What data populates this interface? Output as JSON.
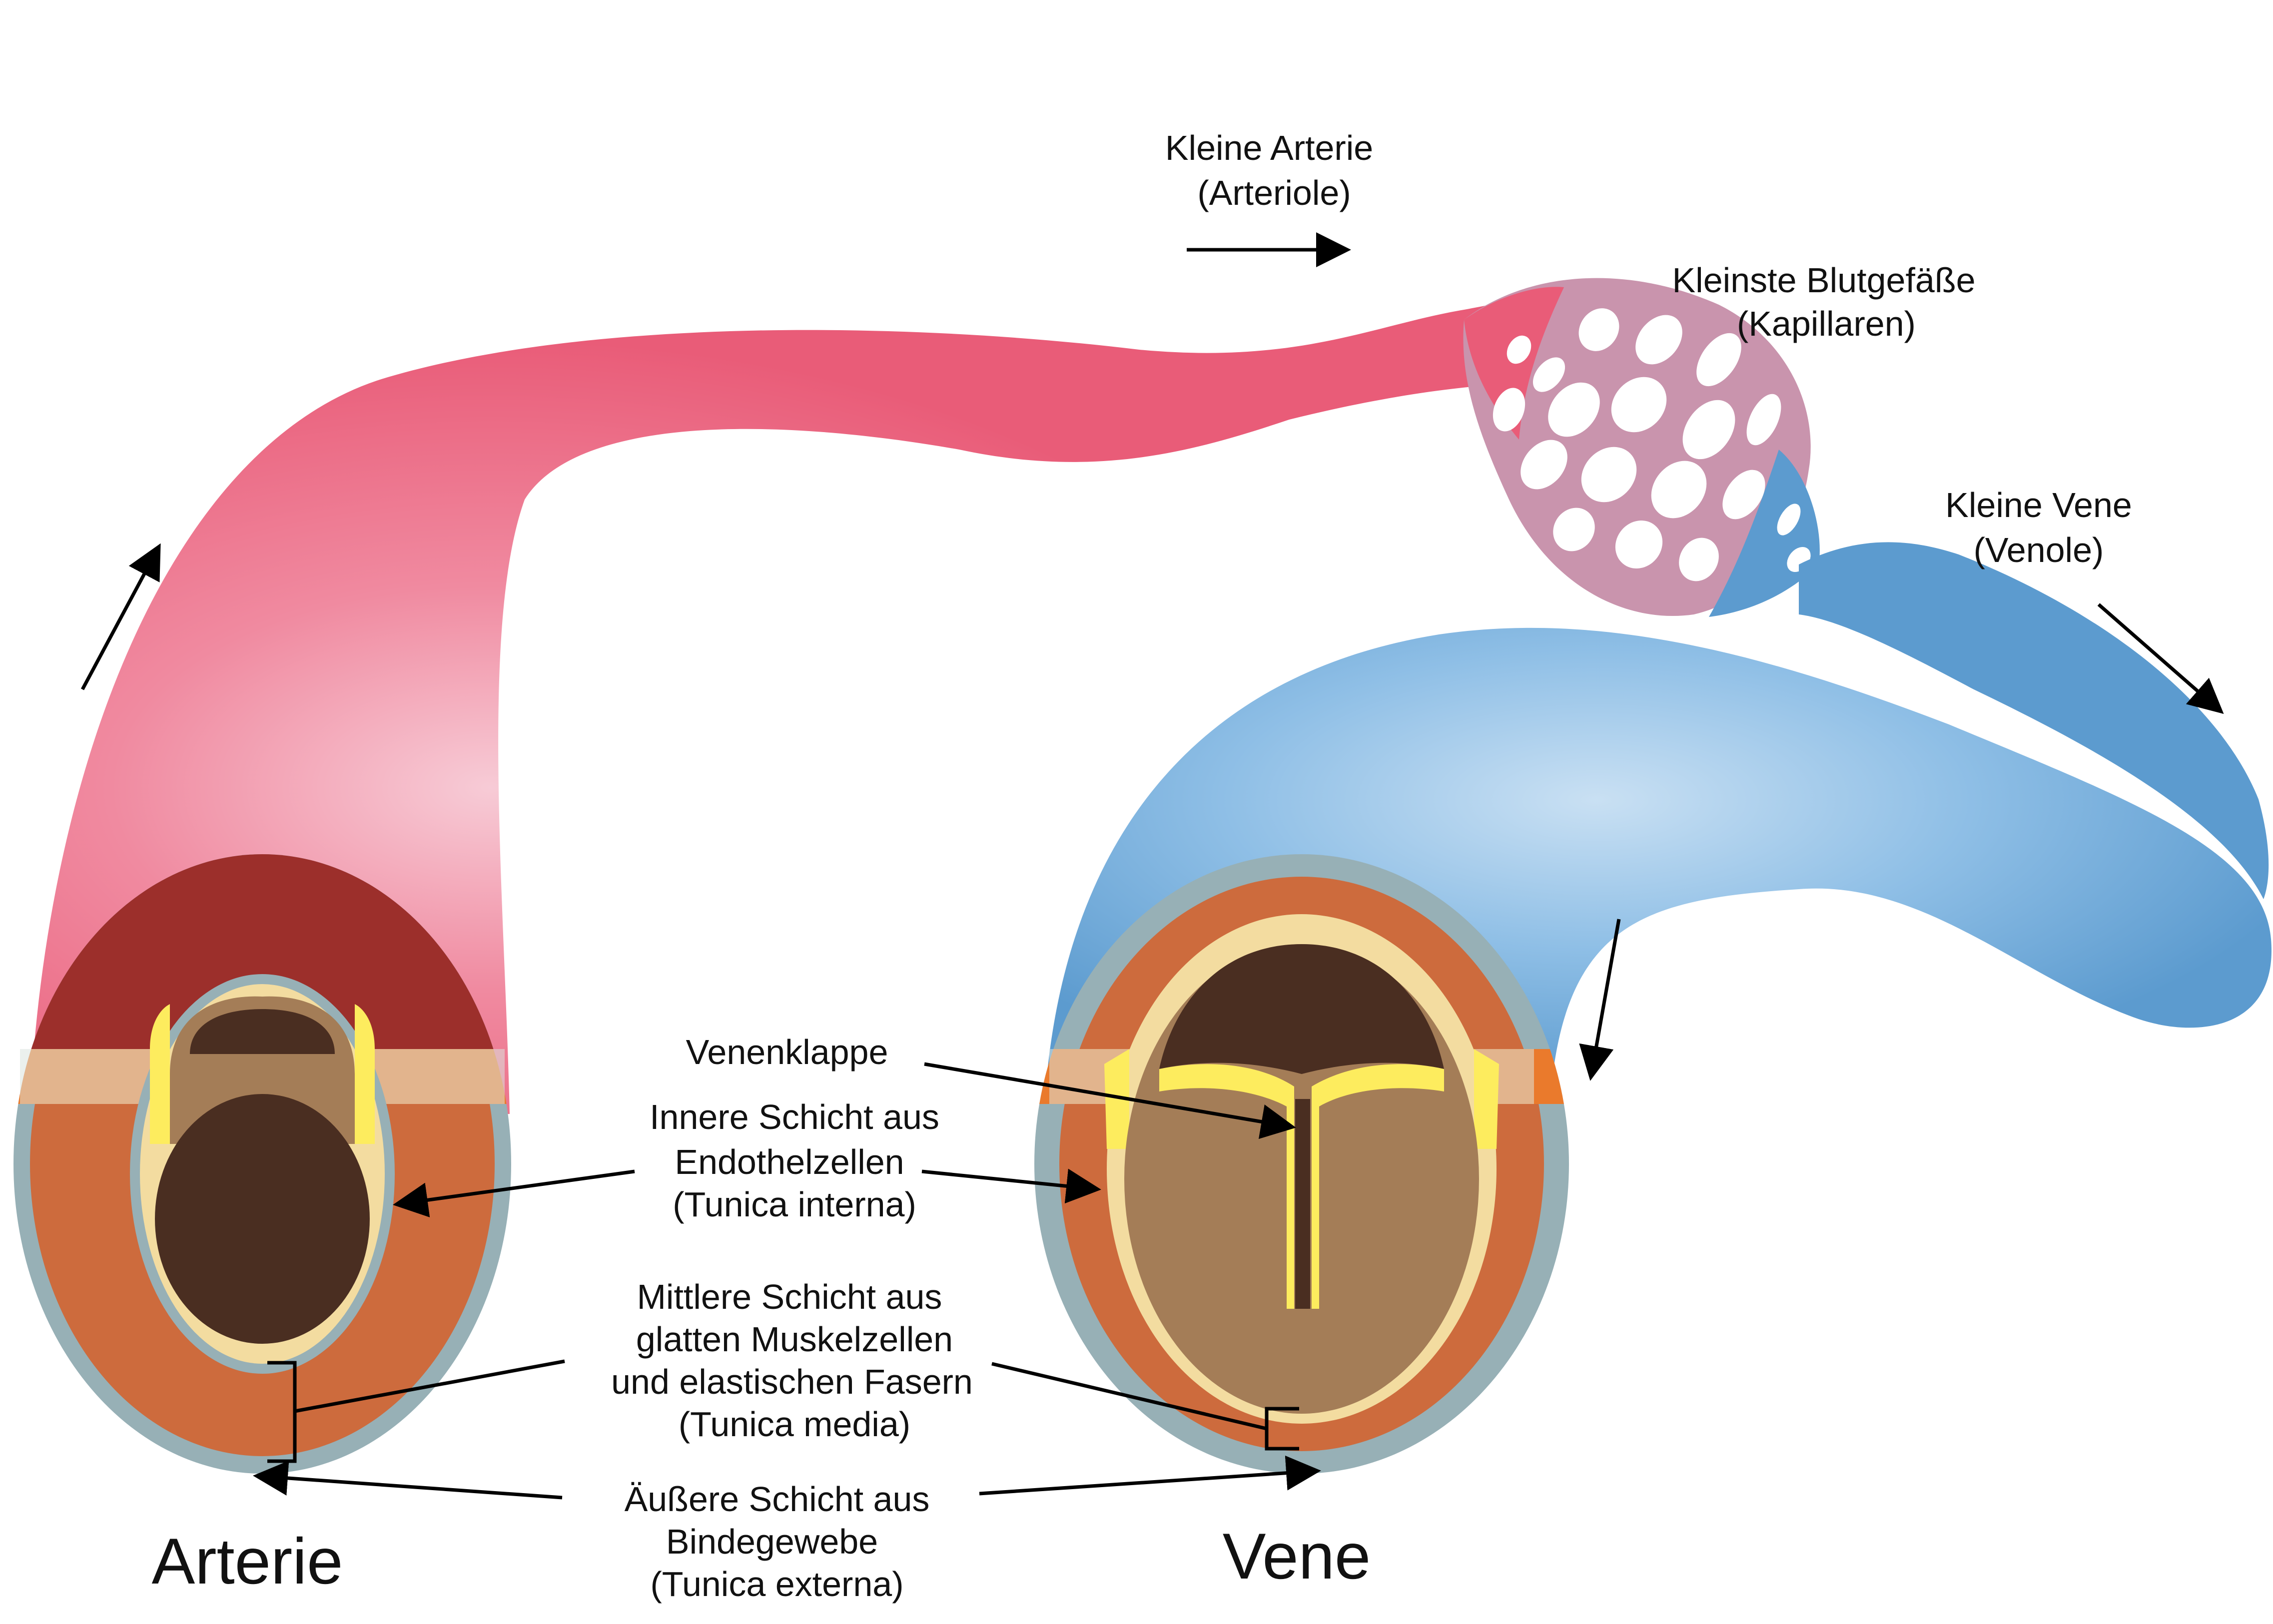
{
  "labels": {
    "arteriole": {
      "line1": "Kleine Arterie",
      "line2": "(Arteriole)"
    },
    "capillaries": {
      "line1": "Kleinste Blutgefäße",
      "line2": "(Kapillaren)"
    },
    "venule": {
      "line1": "Kleine Vene",
      "line2": "(Venole)"
    },
    "valve": "Venenklappe",
    "intima": {
      "line1": "Innere Schicht aus",
      "line2": "Endothelzellen",
      "line3": "(Tunica interna)"
    },
    "media": {
      "line1": "Mittlere Schicht aus",
      "line2": "glatten Muskelzellen",
      "line3": "und elastischen Fasern",
      "line4": "(Tunica media)"
    },
    "externa": {
      "line1": "Äußere Schicht aus",
      "line2": "Bindegewebe",
      "line3": "(Tunica externa)"
    },
    "artery": "Arterie",
    "vein": "Vene"
  },
  "colors": {
    "artery_red": "#e95c78",
    "artery_highlight": "#f3b8c6",
    "vein_blue": "#5c9bcf",
    "vein_highlight": "#b8d6ee",
    "capillary_pink": "#c994ad",
    "externa_gray": "#97b0b6",
    "media_orange": "#cd6b3d",
    "media_dark": "#9c2f2b",
    "band_orange": "#ea7a2c",
    "band_pale": "#dbe3df",
    "intima_cream": "#f3dca0",
    "intima_yellow": "#fdec5e",
    "lumen_brown": "#a47d57",
    "lumen_dark": "#4a2e21"
  }
}
